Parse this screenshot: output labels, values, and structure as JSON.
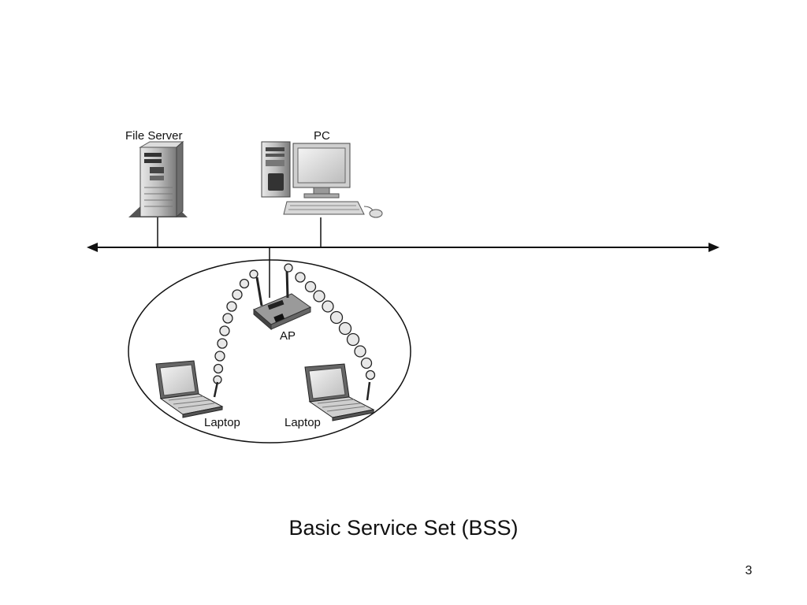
{
  "labels": {
    "file_server": "File Server",
    "pc": "PC",
    "ap": "AP",
    "laptop_left": "Laptop",
    "laptop_right": "Laptop"
  },
  "caption": "Basic Service Set (BSS)",
  "page_number": "3"
}
